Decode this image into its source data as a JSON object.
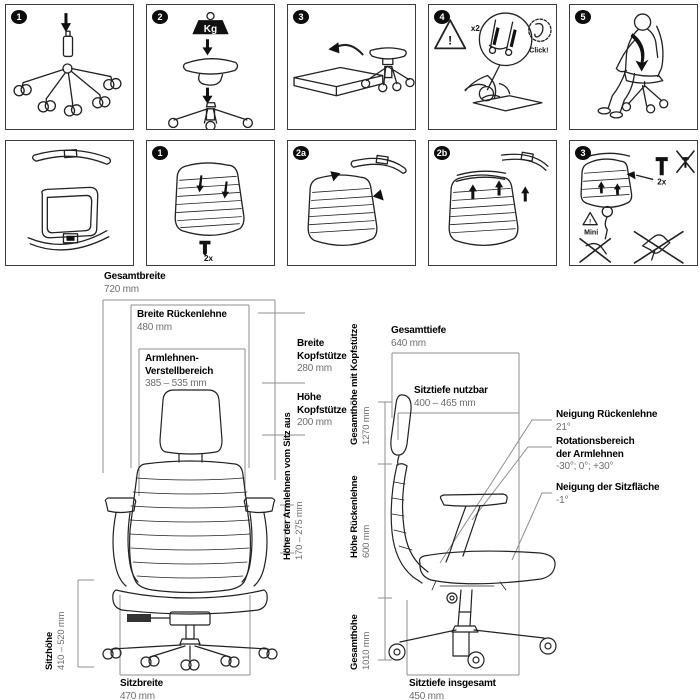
{
  "colors": {
    "background": "#ffffff",
    "line_art": "#222222",
    "dimension_lines": "#8f8f8f",
    "label_text": "#000000",
    "value_text": "#6e6e6e",
    "badge": "#0c0c0c"
  },
  "steps_row1": [
    {
      "badge": "1"
    },
    {
      "badge": "2",
      "weight_label": "Kg"
    },
    {
      "badge": "3"
    },
    {
      "badge": "4",
      "warning_mark": "!",
      "count_label": "x2",
      "click_label": "Click!"
    },
    {
      "badge": "5"
    }
  ],
  "steps_row2": [
    {
      "badge": ""
    },
    {
      "badge": "1",
      "count_label": "2x"
    },
    {
      "badge": "2a"
    },
    {
      "badge": "2b"
    },
    {
      "badge": "3",
      "count_label": "2x",
      "warning_mark": "!",
      "mini_label": "Mini"
    }
  ],
  "dimensions": {
    "gesamtbreite": {
      "label": "Gesamtbreite",
      "value": "720 mm"
    },
    "breite_rueckenlehne": {
      "label": "Breite Rückenlehne",
      "value": "480 mm"
    },
    "armlehnen_verstellbereich": {
      "label1": "Armlehnen-",
      "label2": "Verstellbereich",
      "value": "385 – 535 mm"
    },
    "breite_kopfstuetze": {
      "label1": "Breite",
      "label2": "Kopfstütze",
      "value": "280 mm"
    },
    "hoehe_kopfstuetze": {
      "label1": "Höhe",
      "label2": "Kopfstütze",
      "value": "200 mm"
    },
    "hoehe_armlehnen": {
      "label": "Höhe der Armlehnen vom Sitz aus",
      "value": "170 – 275 mm"
    },
    "sitzhoehe": {
      "label": "Sitzhöhe",
      "value": "410 – 520 mm"
    },
    "sitzbreite": {
      "label": "Sitzbreite",
      "value": "470 mm"
    },
    "gesamthoehe_mit_kopfstuetze": {
      "label": "Gesamthöhe mit Kopfstütze",
      "value": "1270 mm"
    },
    "hoehe_rueckenlehne": {
      "label": "Höhe Rückenlehne",
      "value": "600 mm"
    },
    "gesamthoehe": {
      "label": "Gesamthöhe",
      "value": "1010 mm"
    },
    "gesamttiefe": {
      "label": "Gesamttiefe",
      "value": "640 mm"
    },
    "sitztiefe_nutzbar": {
      "label": "Sitztiefe nutzbar",
      "value": "400 – 465 mm"
    },
    "neigung_rueckenlehne": {
      "label": "Neigung Rückenlehne",
      "value": "21°"
    },
    "rotationsbereich": {
      "label1": "Rotationsbereich",
      "label2": "der Armlehnen",
      "value": "-30°; 0°; +30°"
    },
    "neigung_sitzflaeche": {
      "label": "Neigung der Sitzfläche",
      "value": "-1°"
    },
    "sitztiefe_insgesamt": {
      "label": "Sitztiefe insgesamt",
      "value": "450 mm"
    }
  }
}
